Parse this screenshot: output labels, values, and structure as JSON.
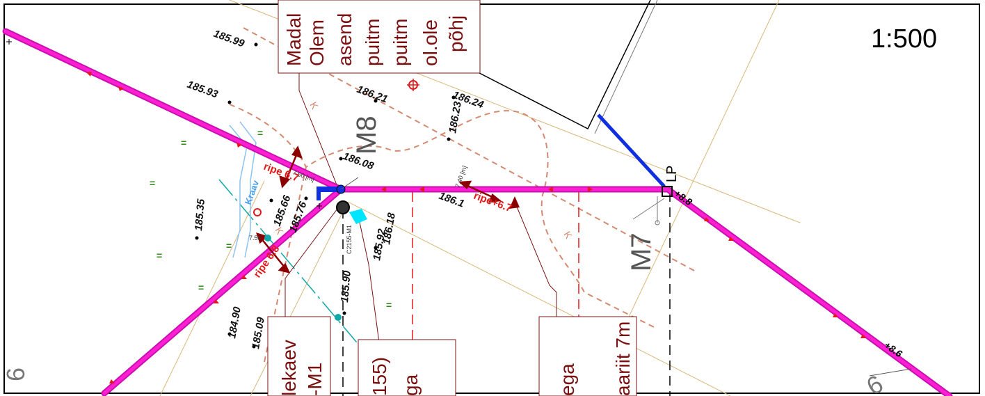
{
  "scale_label": "1:500",
  "markers": {
    "m8": "M8",
    "m7": "M7",
    "lp": "LP",
    "kraav": "Kraav"
  },
  "elevations": {
    "e1": "185.99",
    "e2": "185.93",
    "e3": "186.21",
    "e4": "186.24",
    "e5": "186.23",
    "e6": "186.08",
    "e7": "185.35",
    "e8": "185.66",
    "e9": "185.76",
    "e10": "186.18",
    "e11": "185.92",
    "e12": "185.90",
    "e13": "184.90",
    "e14": "185.09",
    "e15": "186.1"
  },
  "ripe": {
    "r1": "ripe 6.7",
    "r2": "ripe 6.8",
    "r3": "ripe+6.7"
  },
  "stations": {
    "s1": "+8.8",
    "s2": "+8.6"
  },
  "small_labels": {
    "s1": "7.40 [m]",
    "s2": "7.50",
    "s3": "C2155-M1",
    "s4": "7.50 [m]"
  },
  "boxes": {
    "top": [
      "Madal",
      "Olem",
      "asend",
      "puitm",
      "puitm",
      "ol.ole",
      "põhj"
    ],
    "left": [
      "lekaev",
      "-M1"
    ],
    "mid": [
      "155)",
      "ga"
    ],
    "right": [
      "ega",
      "aariit 7m"
    ]
  },
  "edge_glyphs": {
    "left": "6",
    "right": "6"
  },
  "colors": {
    "pipe": "#ff1fd2",
    "pipe_edge": "#c90fb0",
    "arrow": "#e31a1a",
    "brown": "#7a1010",
    "blue": "#1030e0",
    "cyan": "#00e5ff"
  }
}
